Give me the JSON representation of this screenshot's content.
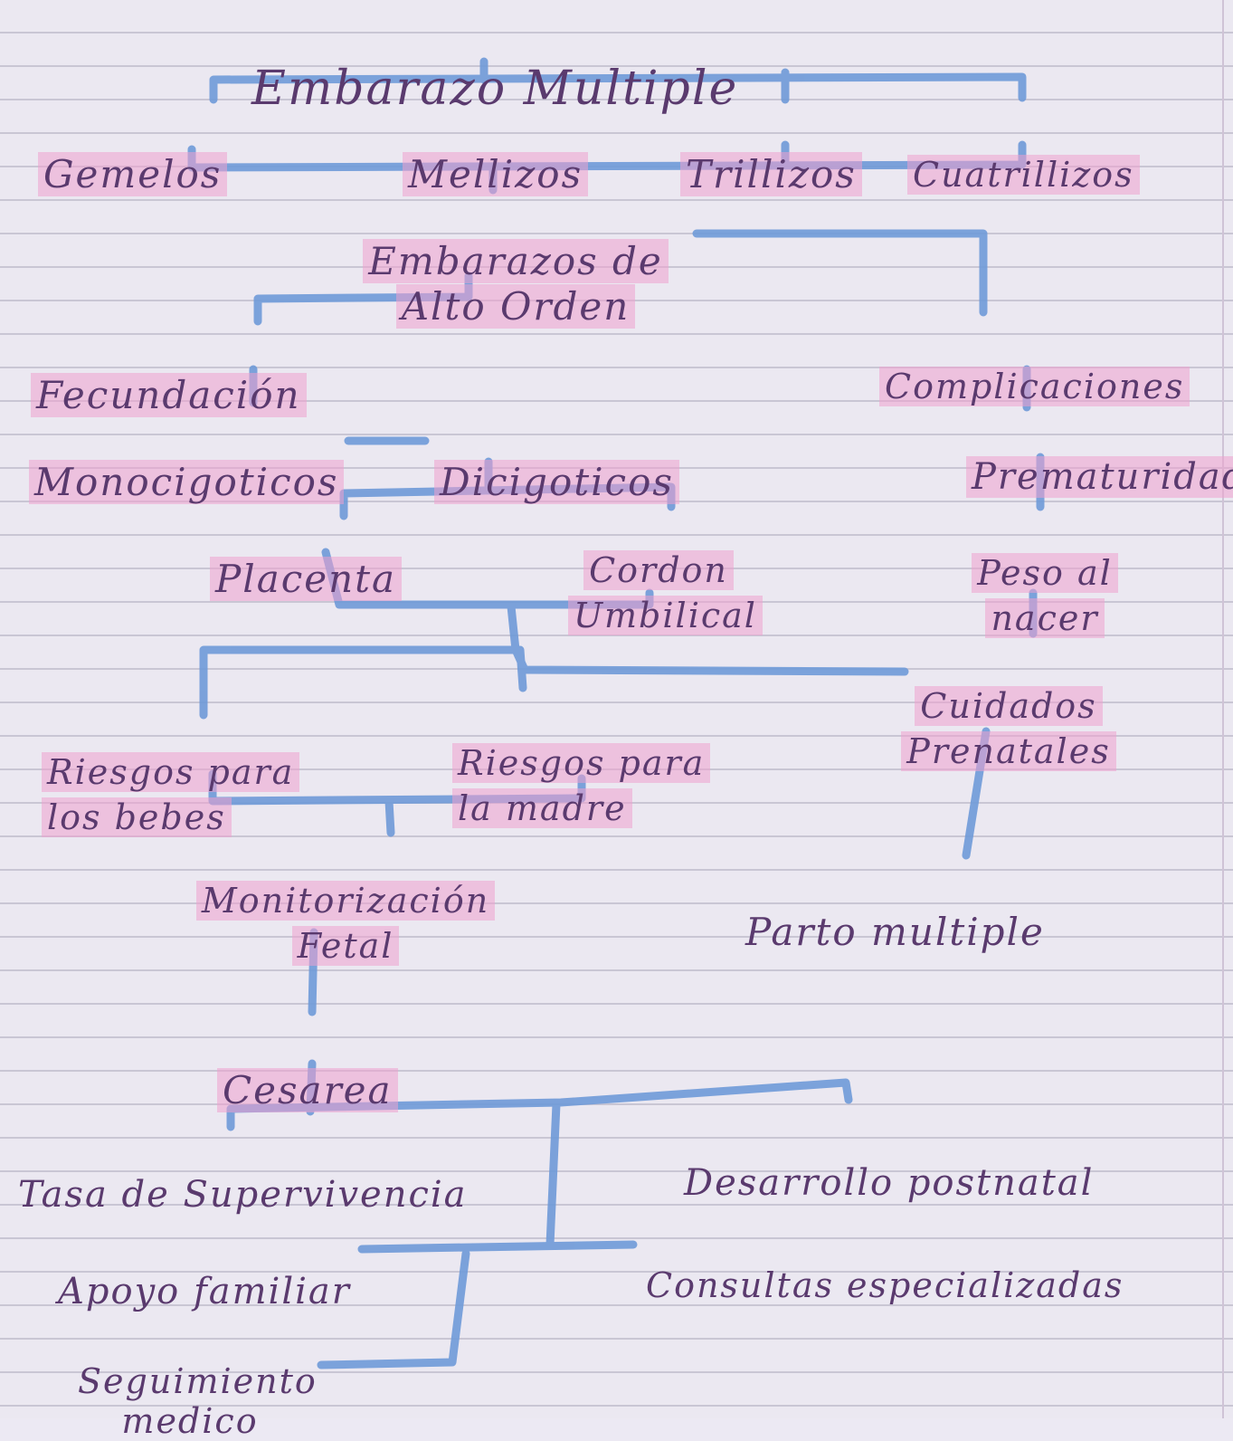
{
  "diagram": {
    "title": "Embarazo Multiple",
    "nodes": {
      "gemelos": "Gemelos",
      "mellizos": "Mellizos",
      "trillizos": "Trillizos",
      "cuatrillizos": "Cuatrillizos",
      "alto_orden": "Embarazos de\nAlto Orden",
      "fecundacion": "Fecundación",
      "complicaciones": "Complicaciones",
      "monocigoticos": "Monocigoticos",
      "dicigoticos": "Dicigoticos",
      "prematuridad": "Prematuridad",
      "placenta": "Placenta",
      "cordon": "Cordon\nUmbilical",
      "peso": "Peso al\nnacer",
      "cuidados": "Cuidados\nPrenatales",
      "riesgos_bebes": "Riesgos para\nlos bebes",
      "riesgos_madre": "Riesgos para\nla madre",
      "monitorizacion": "Monitorización\nFetal",
      "parto": "Parto multiple",
      "cesarea": "Cesarea",
      "supervivencia": "Tasa de Supervivencia",
      "desarrollo": "Desarrollo postnatal",
      "apoyo": "Apoyo familiar",
      "consultas": "Consultas especializadas",
      "seguimiento": "Seguimiento\nmedico"
    },
    "colors": {
      "ink": "#5a3a6e",
      "connector": "#6f9ad8",
      "highlight": "#eea0cd",
      "paper": "#ece9f3",
      "rule": "#c9c6d4"
    }
  }
}
